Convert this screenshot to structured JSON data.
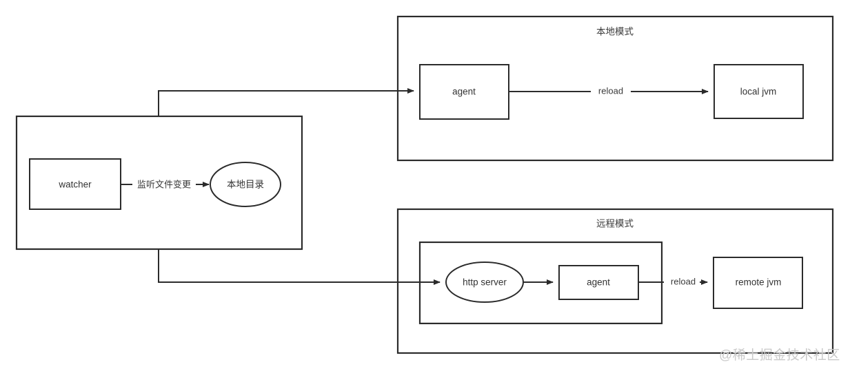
{
  "diagram": {
    "background_color": "#ffffff",
    "stroke_color": "#2b2b2b",
    "text_color": "#333333",
    "containers": {
      "watcher_group": {
        "label": ""
      },
      "local_mode": {
        "label": "本地模式"
      },
      "remote_mode": {
        "label": "远程模式"
      },
      "remote_inner": {
        "label": ""
      }
    },
    "nodes": {
      "watcher": {
        "label": "watcher",
        "shape": "rect"
      },
      "local_dir": {
        "label": "本地目录",
        "shape": "ellipse"
      },
      "local_agent": {
        "label": "agent",
        "shape": "rect"
      },
      "local_jvm": {
        "label": "local jvm",
        "shape": "rect"
      },
      "http_server": {
        "label": "http server",
        "shape": "ellipse"
      },
      "remote_agent": {
        "label": "agent",
        "shape": "rect"
      },
      "remote_jvm": {
        "label": "remote jvm",
        "shape": "rect"
      }
    },
    "edges": {
      "watch_file_change": {
        "label": "监听文件变更"
      },
      "local_reload": {
        "label": "reload"
      },
      "remote_reload": {
        "label": "reload"
      },
      "dir_to_local_agent": {
        "label": ""
      },
      "dir_to_http_server": {
        "label": ""
      },
      "http_to_agent": {
        "label": ""
      }
    },
    "watermark": {
      "text": "@稀土掘金技术社区",
      "color": "#c9c9c9"
    }
  }
}
